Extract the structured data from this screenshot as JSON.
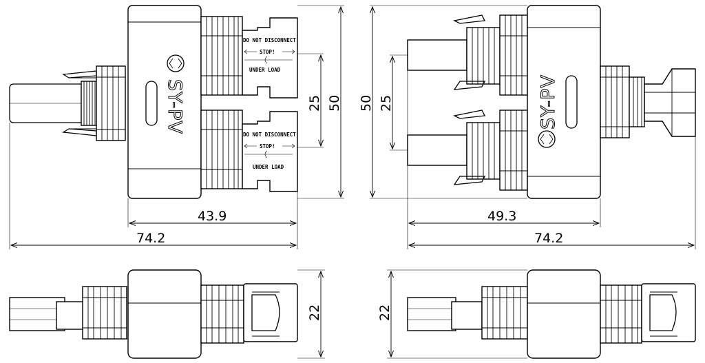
{
  "brand": "SY-PV",
  "warning": {
    "line1": "DO NOT DISCONNECT",
    "line2": "STOP!",
    "line3": "UNDER LOAD"
  },
  "dimensions": {
    "top_left_body_width": "43.9",
    "top_left_total_width": "74.2",
    "top_left_pitch": "25",
    "top_left_height": "50",
    "top_right_height": "50",
    "top_right_pitch": "25",
    "top_right_body_width": "49.3",
    "top_right_total_width": "74.2",
    "bottom_left_height": "22",
    "bottom_right_height": "22"
  }
}
